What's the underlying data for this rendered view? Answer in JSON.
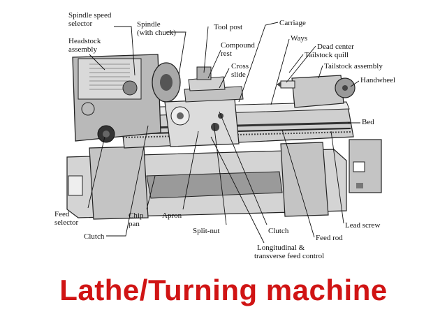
{
  "title": "Lathe/Turning machine",
  "colors": {
    "title": "#d01414",
    "body": "#c9c9c9",
    "outline": "#222222"
  },
  "labels": {
    "spindle_speed_selector": [
      "Spindle speed",
      "selector"
    ],
    "headstock_assembly": [
      "Headstock",
      "assembly"
    ],
    "spindle": [
      "Spindle",
      "(with chuck)"
    ],
    "tool_post": [
      "Tool post"
    ],
    "compound_rest": [
      "Compound",
      "rest"
    ],
    "cross_slide": [
      "Cross",
      "slide"
    ],
    "carriage": [
      "Carriage"
    ],
    "ways": [
      "Ways"
    ],
    "dead_center": [
      "Dead center"
    ],
    "tailstock_quill": [
      "Tailstock quill"
    ],
    "tailstock_assembly": [
      "Tailstock assembly"
    ],
    "handwheel": [
      "Handwheel"
    ],
    "bed": [
      "Bed"
    ],
    "feed_selector": [
      "Feed",
      "selector"
    ],
    "clutch_left": [
      "Clutch"
    ],
    "chip_pan": [
      "Chip",
      "pan"
    ],
    "apron": [
      "Apron"
    ],
    "split_nut": [
      "Split-nut"
    ],
    "clutch_right": [
      "Clutch"
    ],
    "feed_rod": [
      "Feed rod"
    ],
    "lead_screw": [
      "Lead screw"
    ],
    "feed_control": [
      "Longitudinal &",
      "transverse feed control"
    ]
  }
}
